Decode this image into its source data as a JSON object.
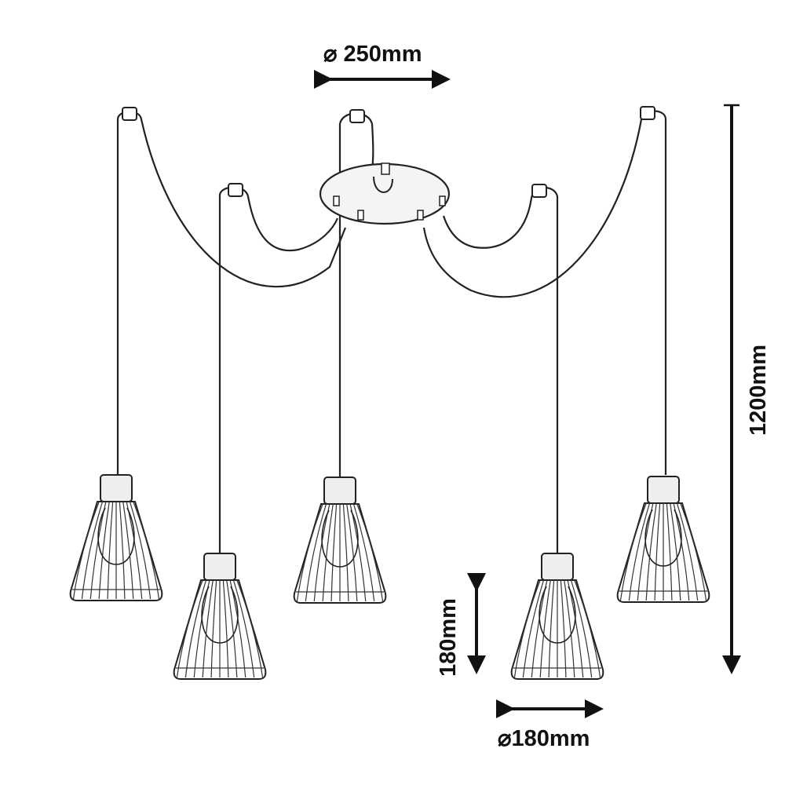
{
  "dimensions": {
    "canopy_diameter": "⌀ 250mm",
    "height": "1200mm",
    "shade_height": "180mm",
    "shade_diameter": "⌀180mm"
  },
  "lamps_count": 5
}
